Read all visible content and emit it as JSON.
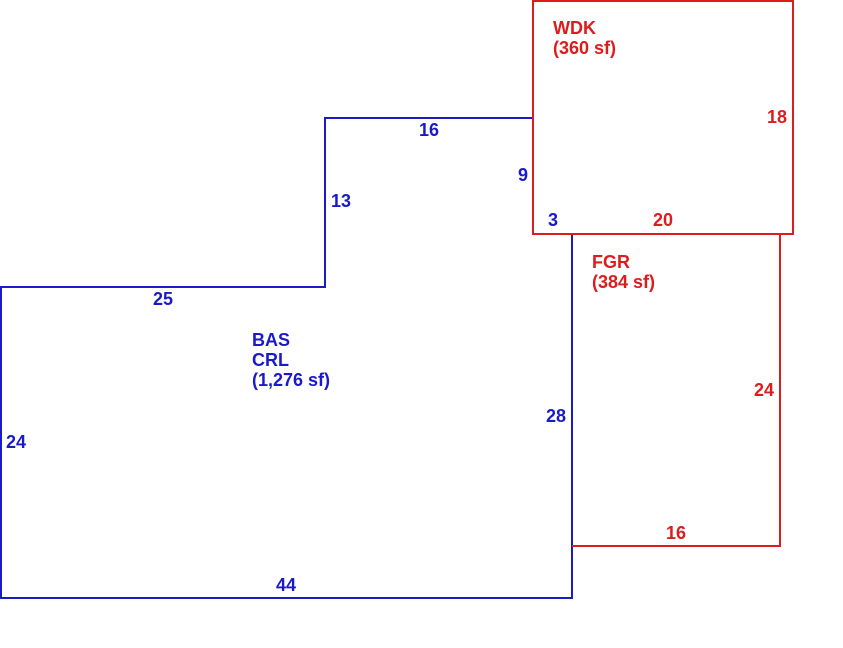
{
  "colors": {
    "living_area": "#1a1ac8",
    "other_area": "#dd1c1c",
    "background": "#ffffff"
  },
  "areas": {
    "bas": {
      "code_lines": [
        "BAS",
        "CRL"
      ],
      "area_text": "(1,276 sf)",
      "dimensions": [
        "16",
        "9",
        "3",
        "13",
        "25",
        "24",
        "28",
        "44"
      ]
    },
    "wdk": {
      "code_lines": [
        "WDK"
      ],
      "area_text": "(360 sf)",
      "dimensions": [
        "18",
        "20"
      ]
    },
    "fgr": {
      "code_lines": [
        "FGR"
      ],
      "area_text": "(384 sf)",
      "dimensions": [
        "24",
        "16"
      ]
    }
  }
}
